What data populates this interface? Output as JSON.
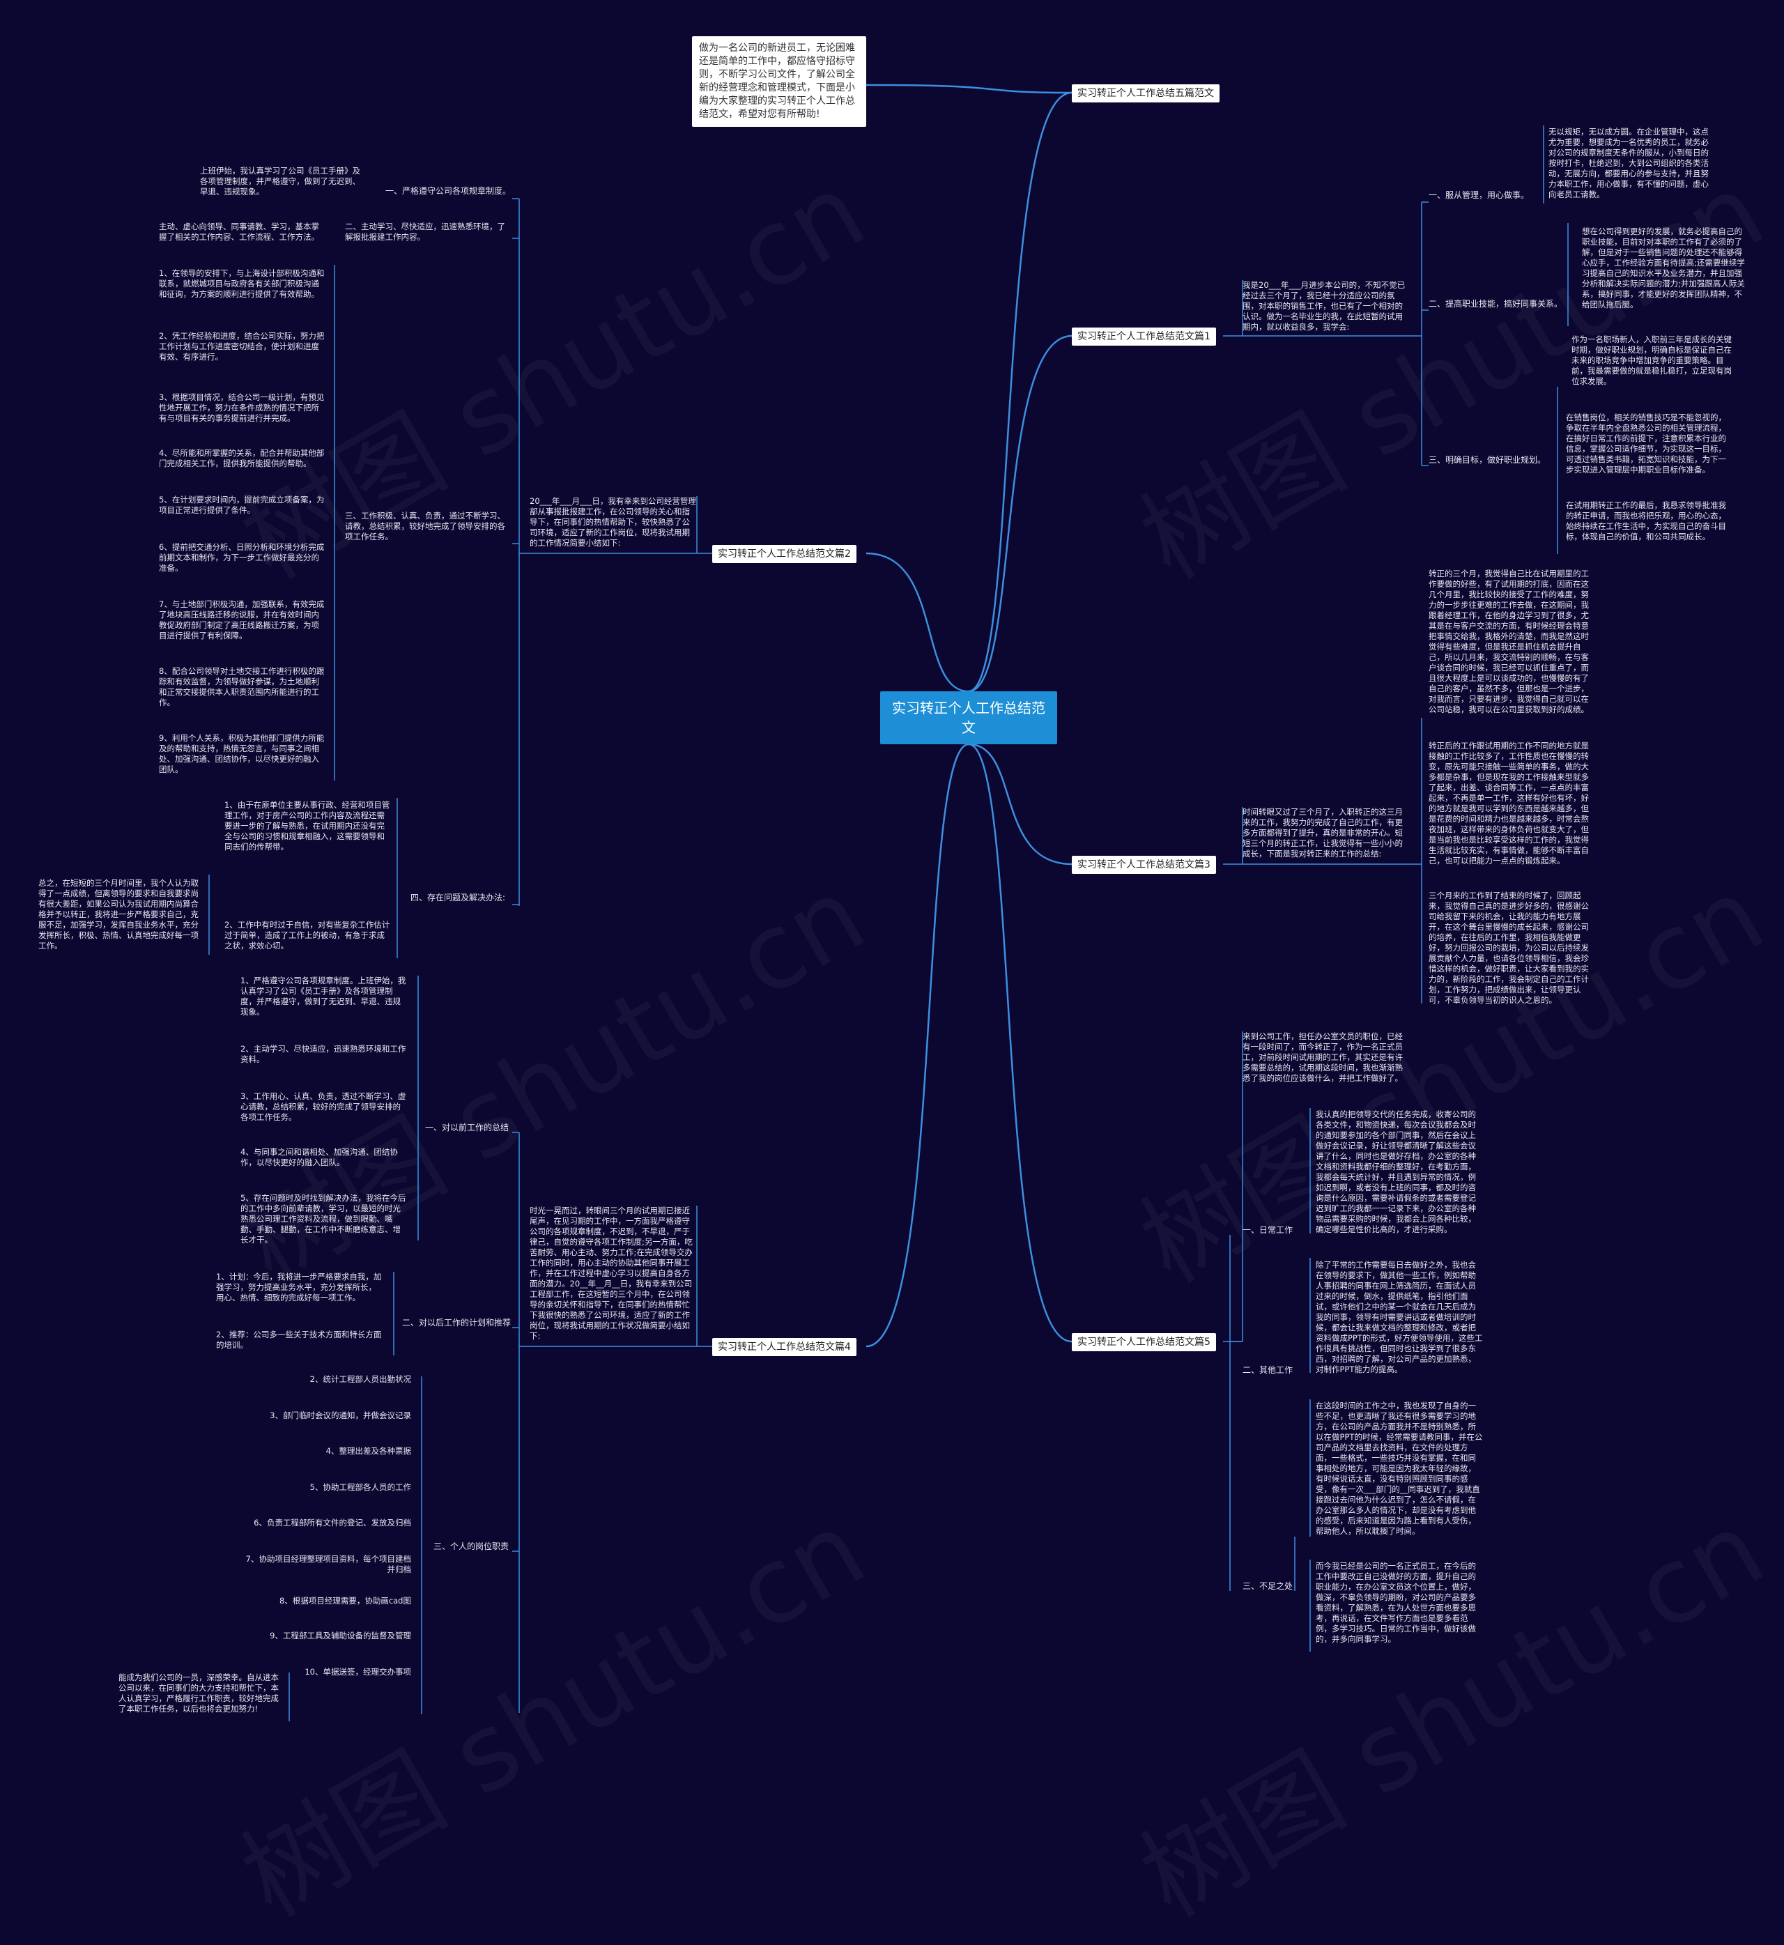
{
  "root": "实习转正个人工作总结范文",
  "intro": "做为一名公司的新进员工，无论困难还是简单的工作中，都应恪守招标守则，不断学习公司文件，了解公司全新的经营理念和管理模式，下面是小编为大家整理的实习转正个人工作总结范文，希望对您有所帮助!",
  "watermark": "树图 shutu.cn",
  "colors": {
    "background": "#0b0730",
    "root": "#1e8fd6",
    "connector": "#3d8fe0",
    "text": "#e6e8f2"
  },
  "branches": {
    "b0": "实习转正个人工作总结五篇范文",
    "b1": "实习转正个人工作总结范文篇1",
    "b2": "实习转正个人工作总结范文篇2",
    "b3": "实习转正个人工作总结范文篇3",
    "b4": "实习转正个人工作总结范文篇4",
    "b5": "实习转正个人工作总结范文篇5"
  },
  "p1": {
    "summary": "我是20___年___月进步本公司的，不知不觉已经过去三个月了，我已经十分适应公司的氛围，对本职的销售工作，也已有了一个相对的认识。做为一名毕业生的我，在此短暂的试用期内，就以收益良多，我学会:",
    "h1": "一、服从管理，用心做事。",
    "t1": "无以规矩，无以成方圆。在企业管理中，这点尤为重要，想要成为一名优秀的员工，就务必对公司的规章制度无条件的服从，小到每日的按时打卡，杜绝迟到，大到公司组织的各类活动，无展方向，都要用心的参与支持，并且努力本职工作，用心做事，有不懂的问题，虚心向老员工请教。",
    "h2": "二、提高职业技能，搞好同事关系。",
    "t2a": "想在公司得到更好的发展，就务必提高自己的职业技能，目前对对本职的工作有了必须的了解，但是对于一些销售问题的处理还不能够得心应手，工作经验方面有待提高;还需要继续学习提高自己的知识水平及业务潜力，并且加强分析和解决实际问题的潜力;并加强跟高人际关系，搞好同事，才能更好的发挥团队精神，不给团队拖后腿。",
    "t2b": "作为一名职场新人，入职前三年是成长的关键时期，做好职业规划，明确自标是保证自己在未来的职场竞争中增加竞争的重要策略。目前，我最需要做的就是稳扎稳打，立足现有岗位求发展。",
    "h3": "三、明确目标，做好职业规划。",
    "t3a": "在销售岗位，相关的销售技巧是不能忽视的，争取在半年内全盘熟悉公司的相关管理流程，在搞好日常工作的前提下，注意积累本行业的信息，掌握公司适作细节，为实现这一目标，可透过销售类书籍，拓宽知识和技能，为下一步实现进入管理层中期职业目标作准备。",
    "t3b": "在试用期转正工作的最后，我恳求领导批准我的转正申请，而我也将把乐观，用心的心态，始终持续在工作生活中，为实现自己的奋斗目标，体现自己的价值，和公司共同成长。"
  },
  "p2": {
    "summary": "20___年___月___日，我有幸来到公司经营管理部从事报批报建工作，在公司领导的关心和指导下，在同事们的热情帮助下，较快熟悉了公司环境，适应了新的工作岗位，现将我试用期的工作情况简要小结如下:",
    "h1": "一、严格遵守公司各项规章制度。",
    "t1": "上班伊始，我认真学习了公司《员工手册》及各项管理制度，并严格遵守，做到了无迟到、早退、违规现象。",
    "h2": "二、主动学习、尽快适应，迅速熟悉环境，了解报批报建工作内容。",
    "t2": "主动、虚心向领导、同事请教、学习，基本掌握了相关的工作内容、工作流程、工作方法。",
    "h3": "三、工作积极、认真、负责，通过不断学习、请教，总结积累，较好地完成了领导安排的各项工作任务。",
    "items": [
      "1、在领导的安排下，与上海设计部积极沟通和联系，就燃城项目与政府各有关部门积极沟通和征询，为方案的顺利进行提供了有效帮助。",
      "2、凭工作经验和进度，结合公司实际，努力把工作计划与工作进度密切结合，使计划和进度有效、有序进行。",
      "3、根据项目情况，结合公司一级计划，有预见性地开展工作，努力在条件成熟的情况下把所有与项目有关的事务提前进行并完成。",
      "4、尽所能和所掌握的关系，配合并帮助其他部门完成相关工作，提供我所能提供的帮助。",
      "5、在计划要求时间内，提前完成立项备案，为项目正常进行提供了条件。",
      "6、提前把交通分析、日照分析和环境分析完成前期文本和制作，为下一步工作做好最充分的准备。",
      "7、与土地部门积极沟通，加强联系，有效完成了地块高压线路迁移的说服，并在有效时间内教促政府部门制定了高压线路搬迁方案，为项目进行提供了有利保障。",
      "8、配合公司领导对土地交接工作进行积极的跟踪和有效监督，为领导做好参谋，为土地顺利和正常交接提供本人职责范围内所能进行的工作。",
      "9、利用个人关系，积极为其他部门提供力所能及的帮助和支持，热情无怨言，与同事之间相处、加强沟通、团结协作，以尽快更好的融入团队。"
    ],
    "h4": "四、存在问题及解决办法:",
    "t4a": "1、由于在原单位主要从事行政、经营和项目管理工作，对于房产公司的工作内容及流程还需要进一步的了解与熟悉，在试用期内还没有完全与公司的习惯和规章相融入，这需要领导和同志们的传帮带。",
    "t4b": "2、工作中有时过于自信，对有些复杂工作估计过于简单，造成了工作上的被动，有急于求成之状，求效心切。",
    "t4c": "总之，在短短的三个月时间里，我个人认为取得了一点成绩，但离领导的要求和自我要求尚有很大差距，如果公司认为我试用期内尚算合格并予以转正，我将进一步严格要求自己，克服不足，加强学习，发挥自我业务水平，充分发挥所长，积极、热情、认真地完成好每一项工作。"
  },
  "p3": {
    "summary": "时间转眼又过了三个月了，入职转正的这三月来的工作，我努力的完成了自己的工作，有更多方面都得到了提升，真的是非常的开心。短短三个月的转正工作，让我觉得有一些小小的成长，下面是我对转正来的工作的总结:",
    "t1": "转正的三个月，我觉得自己比在试用期里的工作要做的好些，有了试用期的打底，因而在这几个月里，我比较快的接受了工作的难度，努力的一步步往更难的工作去做，在这期间，我跟着经理工作，在他的身边学习到了很多，尤其是在与客户交流的方面，有时候经理会特意把事情交给我，我格外的清楚，而我是然这时觉得有些难度，但是我还是抓住机会提升自己，所以几月来，我交流特别的顺畅，在与客户谈合同的时候，我已经可以抓住重点了，而且很大程度上是可以谈成功的，也慢慢的有了自己的客户，虽然不多，但那也是一个进步，对我而言，只要有进步，我觉得自己就可以在公司站稳，我可以在公司里获取到好的成绩。",
    "t2": "转正后的工作跟试用期的工作不同的地方就是接触的工作比较多了，工作性质也在慢慢的转变，原先可能只接触一些简单的事务，做的大多都是杂事，但是现在我的工作接触来型就多了起来，出差、谈合同等工作，一点点的丰富起来，不再是单一工作，这样有好也有坏，好的地方就是我可以学到的东西是越来越多，但是花费的时间和精力也是越来越多，时常会熬夜加班，这样带来的身体负荷也就变大了，但是当前我也是比较享受这样的工作的，我觉得生活就比较充实，有事情做，能够不断丰富自己，也可以把能力一点点的锻炼起来。",
    "t3": "三个月来的工作到了结束的时候了，回顾起来，我觉得自己真的是进步好多的，很感谢公司给我留下来的机会，让我的能力有地方展开，在这个舞台里慢慢的成长起来，感谢公司的培养，在往后的工作里，我相信我能做更好，努力回报公司的栽培，为公司以后持续发展贡献个人力量，也请各位领导相信，我会珍惜这样的机会，做好职责，让大家看到我的实力的，新阶段的工作，我会制定自己的工作计划，工作努力，把成绩做出来，让领导更认可，不辜负领导当初的识人之恩的。"
  },
  "p4": {
    "summary": "时光一晃而过，转眼间三个月的试用期已接近尾声，在见习期的工作中，一方面我严格遵守公司的各项规章制度，不迟到，不早退，严于律己，自觉的遵守各项工作制度;另一方面，吃苦耐劳、用心主动、努力工作;在完成领导交办工作的同时，用心主动的协助其他同事开展工作，并在工作过程中虚心学习以提高自身各方面的潜力。20__年__月__日，我有幸来到公司工程部工作，在这短暂的三个月中，在公司领导的亲切关怀和指导下，在同事们的热情帮忙下我很快的熟悉了公司环境，适应了新的工作岗位，现将我试用期的工作状况做简要小结如下:",
    "h1": "一、对以前工作的总结",
    "items1": [
      "1、严格遵守公司各项规章制度。上班伊始，我认真学习了公司《员工手册》及各项管理制度，并严格遵守，做到了无迟到、早退、违规现象。",
      "2、主动学习、尽快适应，迅速熟悉环境和工作资料。",
      "3、工作用心、认真、负责，透过不断学习、虚心请教，总结积累，较好的完成了领导安排的各项工作任务。",
      "4、与同事之间和谐相处、加强沟通、团结协作，以尽快更好的融入团队。",
      "5、存在问题时及时找到解决办法，我将在今后的工作中多向前辈请教，学习，以最短的时光熟悉公司理工作资料及流程，做到眼勤、嘴勤、手勤、腿勤，在工作中不断磨练意志、增长才干。"
    ],
    "h2": "二、对以后工作的计划和推荐",
    "items2": [
      "1、计划：今后，我将进一步严格要求自我，加强学习，努力提高业务水平，充分发挥所长，用心、热情、细致的完成好每一项工作。",
      "2、推荐：公司多一些关于技术方面和特长方面的培训。"
    ],
    "h3": "三、个人的岗位职责",
    "items3": [
      "2、统计工程部人员出勤状况",
      "3、部门临时会议的通知，并做会议记录",
      "4、整理出差及各种票据",
      "5、协助工程部各人员的工作",
      "6、负责工程部所有文件的登记、发放及归档",
      "7、协助项目经理整理项目资料，每个项目建档并归档",
      "8、根据项目经理需要，协助画cad图",
      "9、工程部工具及辅助设备的监督及管理",
      "10、单据送签，经理交办事项"
    ],
    "t10": "能成为我们公司的一员，深感荣幸。自从进本公司以来，在同事们的大力支持和帮忙下，本人认真学习，严格履行工作职责，较好地完成了本职工作任务，以后也将会更加努力!"
  },
  "p5": {
    "summary": "来到公司工作，担任办公室文员的职位，已经有一段时间了，而今转正了，作为一名正式员工，对前段时间试用期的工作，其实还是有许多需要总结的，试用期这段时间，我也渐渐熟悉了我的岗位应该做什么，并把工作做好了。",
    "h1": "一、日常工作",
    "t1": "我认真的把领导交代的任务完成，收寄公司的各类文件，和物资快递，每次会议我都会及时的通知要参加的各个部门同事，然后在会议上做好会议记录，好让领导都清晰了解这些会议讲了什么，同时也是做好存档，办公室的各种文档和资料我都仔细的整理好，在考勤方面，我都会每天统计好，并且遇到异常的情况，例如迟到啊，或者没有上班的同事，都及时的咨询是什么原因，需要补请假条的或者需要登记迟到旷工的我都一一记录下来，办公室的各种物品需要采购的时候，我都会上网各种比较，确定哪些是性价比高的，才进行采购。",
    "h2": "二、其他工作",
    "t2": "除了平常的工作需要每日去做好之外，我也会在领导的要求下，做其他一些工作，例如帮助人事招聘的同事在网上筛选简历，在面试人员过来的时候，倒水，提供纸笔，指引他们面试，或许他们之中的某一个就会在几天后成为我的同事，领导有时需要讲话或者做培训的时候，都会让我来做文档的整理和修改，或者把资料做成PPT的形式，好方便领导使用，这些工作很具有挑战性，但同时也让我学到了很多东西，对招聘的了解，对公司产品的更加熟悉，对制作PPT能力的提高。",
    "h3": "三、不足之处",
    "t3a": "在这段时间的工作之中，我也发现了自身的一些不足，也更清晰了我还有很多需要学习的地方，在公司的产品方面我并不是特别熟悉，所以在做PPT的时候，经常需要请教同事，并在公司产品的文档里去找资料，在文件的处理方面，一些格式，一些技巧并没有掌握，在和同事相处的地方，可能是因为我太年轻的缘故，有时候说话太直，没有特别照顾到同事的感受，像有一次___部门的__同事迟到了，我就直接跑过去问他为什么迟到了，怎么不请假，在办公室那么多人的情况下，却是没有考虑到他的感受，后来知道是因为路上看到有人受伤，帮助他人，所以耽搁了时间。",
    "t3b": "而今我已经是公司的一名正式员工，在今后的工作中要改正自己没做好的方面，提升自己的职业能力，在办公室文员这个位置上，做好，做深，不辜负领导的期盼，对公司的产品要多看资料，了解熟悉，在为人处世方面也要多思考，再说话，在文件写作方面也是要多看范例，多学习技巧。日常的工作当中，做好该做的，并多向同事学习。"
  }
}
